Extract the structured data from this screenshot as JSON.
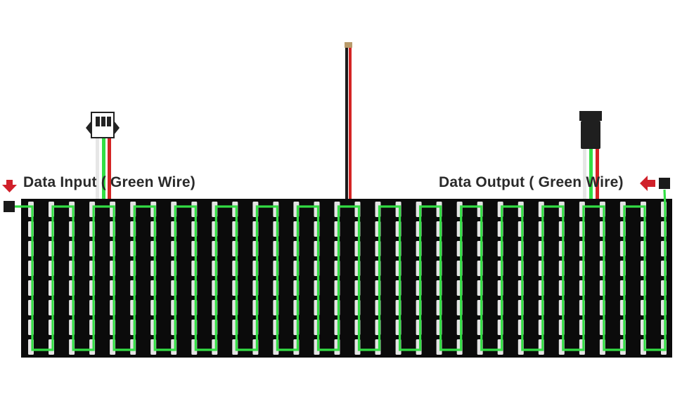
{
  "labels": {
    "data_input": "Data Input ( Green Wire)",
    "data_output": "Data Output ( Green Wire)"
  },
  "matrix": {
    "columns": 32,
    "rows": 8
  },
  "colors": {
    "data_wire": "#33dd44",
    "power_red": "#d42424",
    "ground_black": "#1a1a1a",
    "white_wire": "#e6e6e6",
    "pcb": "#0b0b0b",
    "led": "#e4e4e4",
    "arrow": "#d0202a",
    "connector": "#222222"
  },
  "icons": [
    "arrow-down-icon",
    "arrow-left-icon",
    "connector-icon"
  ]
}
